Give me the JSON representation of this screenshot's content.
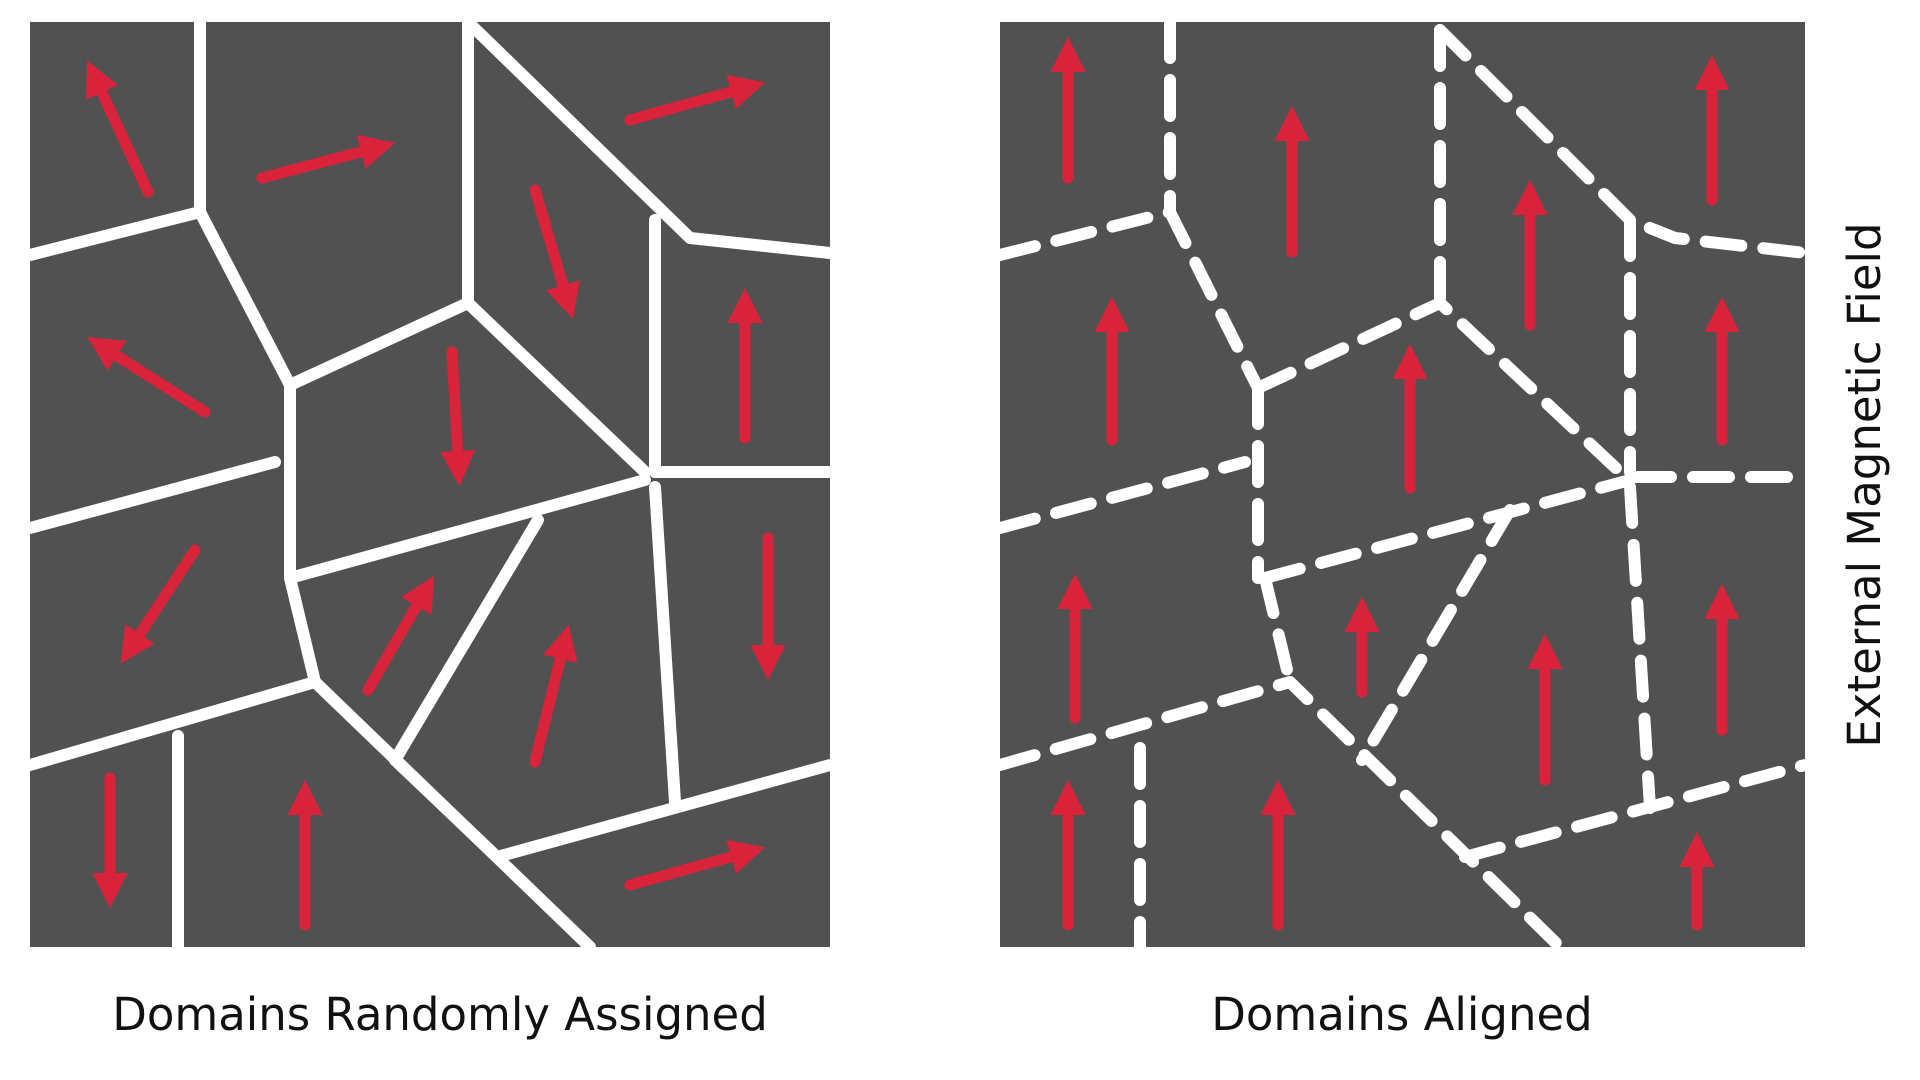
{
  "colors": {
    "domain_fill": "#515151",
    "boundary": "#ffffff",
    "moment_arrow": "#d9233a",
    "background": "#ffffff"
  },
  "panels": {
    "random": {
      "title": "Domains Randomly Assigned"
    },
    "aligned": {
      "title": "Domains Aligned"
    }
  },
  "field_label": "External Magnetic Field"
}
